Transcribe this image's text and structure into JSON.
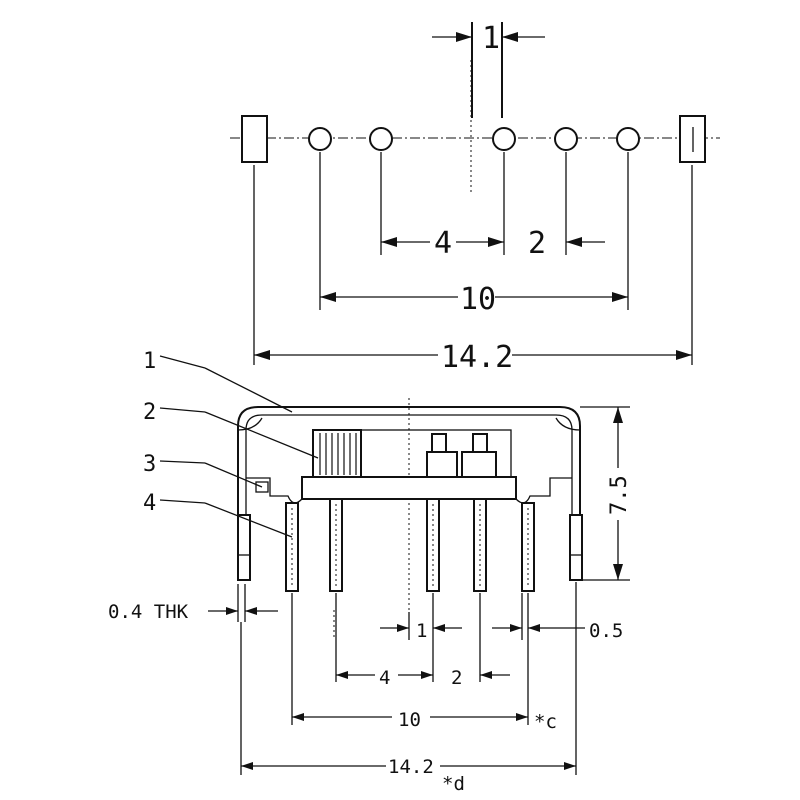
{
  "top_view": {
    "pitch_small": "1",
    "pitch_4": "4",
    "pitch_2": "2",
    "span_10": "10",
    "span_14_2": "14.2"
  },
  "front_view": {
    "callouts": [
      "1",
      "2",
      "3",
      "4"
    ],
    "height_label": "7.5",
    "thickness_label": "0.4 THK",
    "pitch_1": "1",
    "pin_width": "0.5",
    "pitch_4": "4",
    "pitch_2": "2",
    "span_10": "10",
    "note_c": "*c",
    "span_14_2": "14.2",
    "note_d": "*d"
  }
}
